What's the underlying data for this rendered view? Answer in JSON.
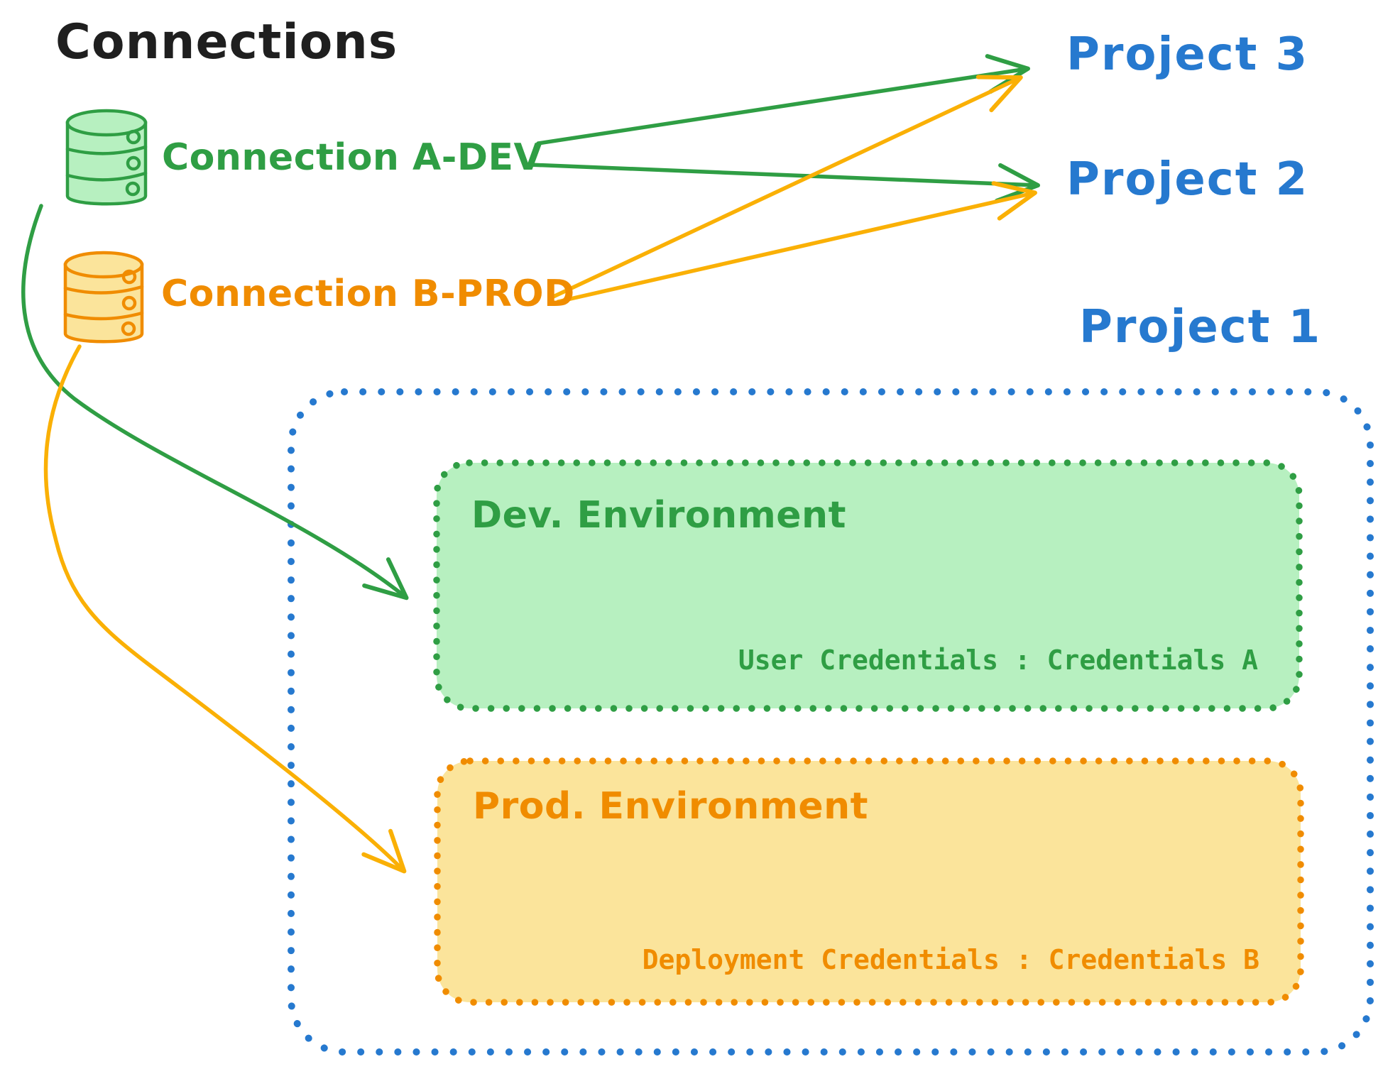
{
  "title": "Connections",
  "colors": {
    "ink": "#1f1f1f",
    "green": "#2f9e44",
    "green_light": "#b7f0c0",
    "amber": "#fab005",
    "orange": "#f08c00",
    "yellow_light": "#fbe49b",
    "blue": "#2679cf"
  },
  "connections": [
    {
      "label": "Connection A-DEV",
      "icon": "database-cylinder",
      "color": "#2f9e44"
    },
    {
      "label": "Connection B-PROD",
      "icon": "database-cylinder",
      "color": "#f08c00"
    }
  ],
  "projects": [
    {
      "label": "Project 3"
    },
    {
      "label": "Project 2"
    },
    {
      "label": "Project 1"
    }
  ],
  "project1": {
    "environments": [
      {
        "title": "Dev. Environment",
        "credentials": "User Credentials : Credentials A"
      },
      {
        "title": "Prod. Environment",
        "credentials": "Deployment Credentials : Credentials B"
      }
    ]
  },
  "edges": [
    {
      "from": "Connection A-DEV",
      "to": "Project 3",
      "color": "green"
    },
    {
      "from": "Connection A-DEV",
      "to": "Project 2",
      "color": "green"
    },
    {
      "from": "Connection B-PROD",
      "to": "Project 3",
      "color": "amber"
    },
    {
      "from": "Connection B-PROD",
      "to": "Project 2",
      "color": "amber"
    },
    {
      "from": "Connection A-DEV",
      "to": "Dev. Environment",
      "color": "green"
    },
    {
      "from": "Connection B-PROD",
      "to": "Prod. Environment",
      "color": "amber"
    }
  ]
}
